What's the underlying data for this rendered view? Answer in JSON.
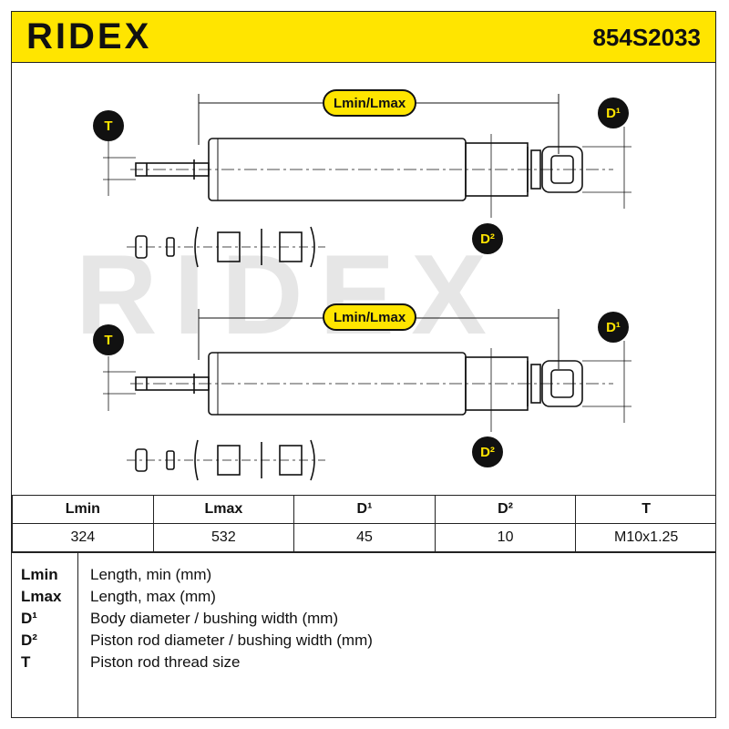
{
  "header": {
    "brand": "RIDEX",
    "part_number": "854S2033"
  },
  "diagram": {
    "watermark": "RIDEX",
    "labels": {
      "length": "Lmin/Lmax",
      "thread": "T",
      "d1": "D¹",
      "d2": "D²"
    }
  },
  "table": {
    "headers": [
      "Lmin",
      "Lmax",
      "D¹",
      "D²",
      "T"
    ],
    "values": [
      "324",
      "532",
      "45",
      "10",
      "M10x1.25"
    ]
  },
  "legend": {
    "items": [
      {
        "key": "Lmin",
        "desc": "Length, min (mm)"
      },
      {
        "key": "Lmax",
        "desc": "Length, max (mm)"
      },
      {
        "key": "D¹",
        "desc": "Body diameter / bushing width (mm)"
      },
      {
        "key": "D²",
        "desc": "Piston rod diameter / bushing width (mm)"
      },
      {
        "key": "T",
        "desc": "Piston rod thread size"
      }
    ]
  },
  "colors": {
    "accent": "#ffe500",
    "ink": "#111111",
    "watermark": "#e6e6e6"
  }
}
